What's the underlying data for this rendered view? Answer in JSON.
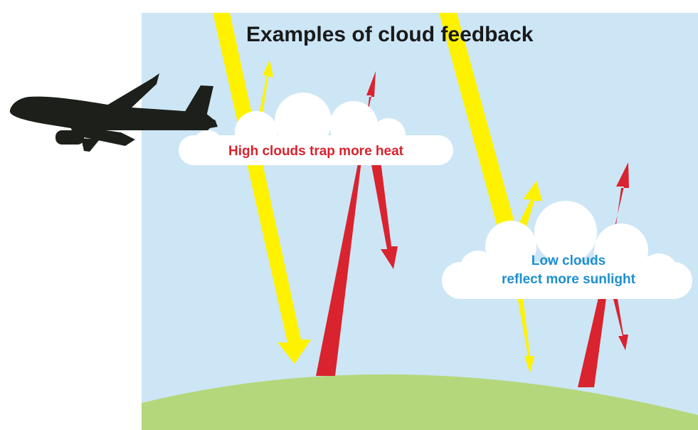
{
  "title": "Examples of cloud feedback",
  "high_cloud_label": "High clouds trap more heat",
  "low_cloud_label_line1": "Low clouds",
  "low_cloud_label_line2": "reflect more sunlight",
  "icons": {
    "airplane": "airplane-icon"
  },
  "colors": {
    "sky": "#cce6f6",
    "ground": "#b5d77b",
    "sunlight_arrow": "#fff200",
    "heat_arrow": "#d9232e",
    "cloud": "#ffffff",
    "high_cloud_text": "#d9232e",
    "low_cloud_text": "#1e8fd0",
    "airplane": "#1c1f1a"
  }
}
